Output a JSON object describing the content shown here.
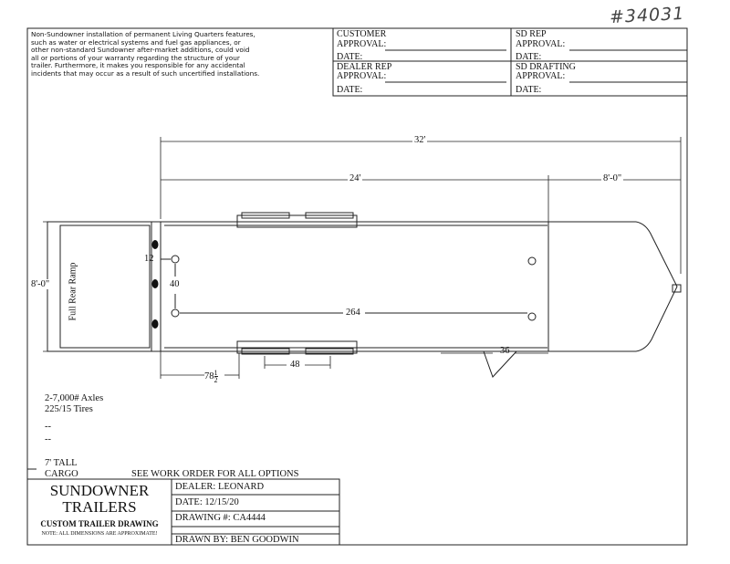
{
  "handwritten_number": "#34031",
  "disclaimer": [
    "Non-Sundowner installation of permanent Living Quarters features,",
    "such as water or electrical systems and fuel gas appliances, or",
    "other non-standard Sundowner after-market additions, could void",
    "all or portions of your warranty regarding the structure of your",
    "trailer. Furthermore, it makes you responsible for any accidental",
    "incidents that may occur as a result of such uncertified installations."
  ],
  "approvals": {
    "customer": "CUSTOMER",
    "approval": "APPROVAL:",
    "date": "DATE:",
    "dealer_rep": "DEALER REP",
    "sd_rep": "SD REP",
    "sd_drafting": "SD DRAFTING"
  },
  "drawing": {
    "overall_length": "32'",
    "body_length": "24'",
    "nose_length": "8'-0\"",
    "width": "8'-0\"",
    "ramp_label": "Full Rear Ramp",
    "dim_12": "12",
    "dim_40": "40",
    "dim_264": "264",
    "dim_36": "36",
    "dim_48": "48",
    "dim_78_whole": "78",
    "dim_78_num": "1",
    "dim_78_den": "2"
  },
  "specs": {
    "axles": "2-7,000# Axles",
    "tires": "225/15 Tires",
    "blank1": "--",
    "blank2": "--",
    "height": "7' TALL",
    "cargo": "CARGO",
    "see_order": "SEE WORK ORDER FOR ALL OPTIONS"
  },
  "title_block": {
    "brand_line1": "SUNDOWNER",
    "brand_line2": "TRAILERS",
    "subtitle": "CUSTOM TRAILER DRAWING",
    "note": "NOTE: ALL DIMENSIONS ARE APPROXIMATE!",
    "dealer": "DEALER: LEONARD",
    "date": "DATE: 12/15/20",
    "drawing_no": "DRAWING #: CA4444",
    "drawn_by": "DRAWN BY: BEN GOODWIN"
  }
}
